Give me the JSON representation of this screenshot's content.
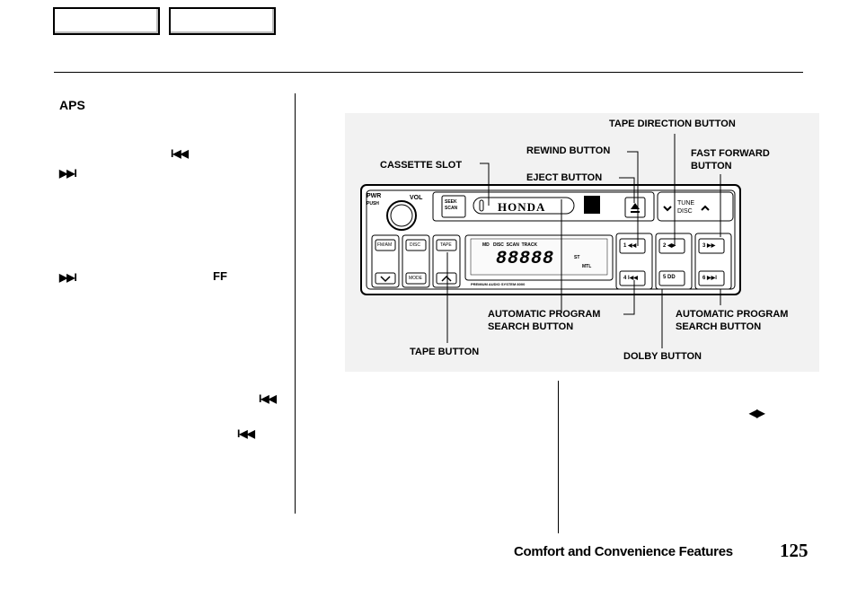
{
  "nav": {
    "tab1_label": "",
    "tab2_label": ""
  },
  "left_column": {
    "heading": "APS",
    "symbols": {
      "skip_back_1": "I◀◀",
      "skip_fwd_1": "▶▶I",
      "skip_fwd_2": "▶▶I",
      "ff_label": "FF",
      "skip_back_2": "I◀◀",
      "skip_back_3": "I◀◀"
    }
  },
  "right_column": {
    "direction_symbol": "◀▶"
  },
  "figure": {
    "labels": {
      "tape_direction": "TAPE DIRECTION BUTTON",
      "rewind": "REWIND BUTTON",
      "fast_forward_line1": "FAST FORWARD",
      "fast_forward_line2": "BUTTON",
      "cassette_slot": "CASSETTE SLOT",
      "eject": "EJECT BUTTON",
      "aps_left_line1": "AUTOMATIC PROGRAM",
      "aps_left_line2": "SEARCH BUTTON",
      "aps_right_line1": "AUTOMATIC PROGRAM",
      "aps_right_line2": "SEARCH BUTTON",
      "tape_button": "TAPE BUTTON",
      "dolby_button": "DOLBY BUTTON"
    },
    "radio": {
      "pwr": "PWR",
      "push": "PUSH",
      "vol": "VOL",
      "brand": "HONDA",
      "seek": "SEEK",
      "scan": "SCAN",
      "tune": "TUNE",
      "disc": "DISC",
      "fm_am": "FM/AM",
      "disc_btn": "DISC",
      "tape_btn": "TAPE",
      "mode": "MODE",
      "display_top": "MD   DISC  SCAN  TRACK",
      "display_digits": "88888",
      "model": "PREMIUM AUDIO SYSTEM 8000",
      "st": "ST",
      "mtl": "MTL",
      "btn1": "1 ◀◀",
      "btn2": "2 ◀▶",
      "btn3": "3 ▶▶",
      "btn4": "4 I◀◀",
      "btn5": "5 DD",
      "btn6": "6 ▶▶I"
    }
  },
  "footer": {
    "section": "Comfort and Convenience Features",
    "page_number": "125"
  }
}
